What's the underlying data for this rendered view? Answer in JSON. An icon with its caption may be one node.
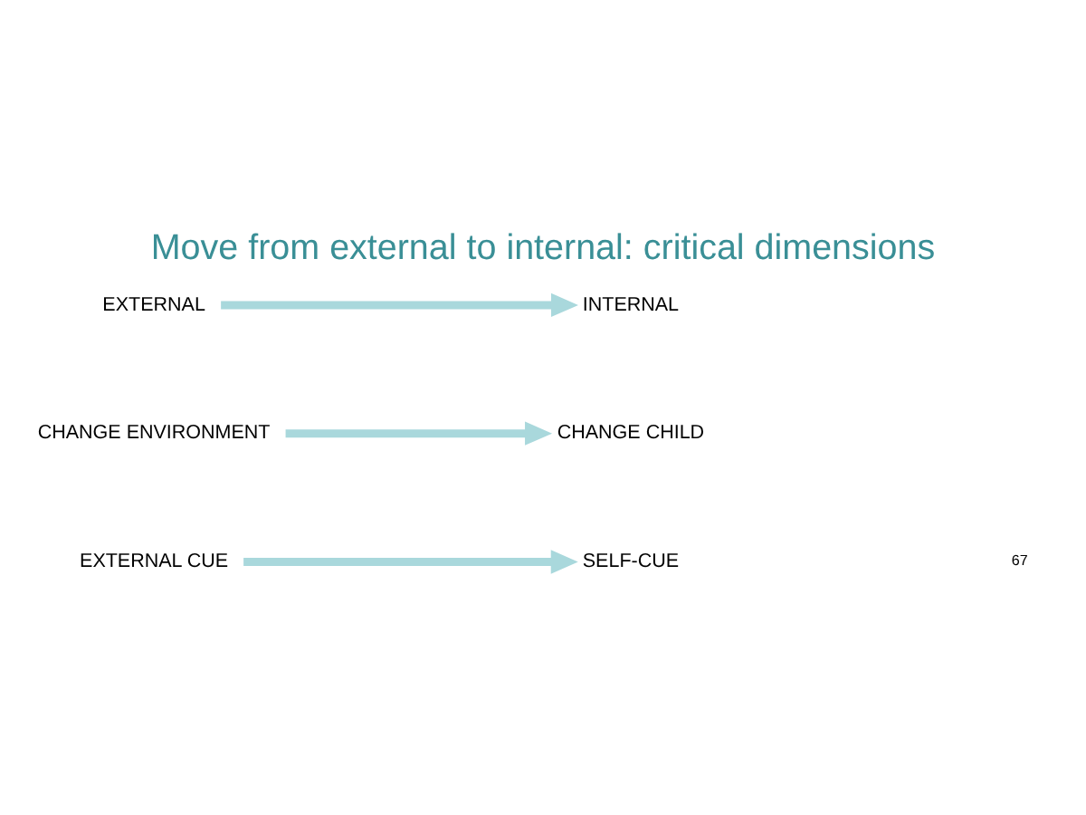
{
  "diagram": {
    "title": "Move from external to internal: critical dimensions",
    "nodes": [
      {
        "text": [
          "EXTERNAL"
        ]
      },
      {
        "text": [
          "INTERNAL"
        ]
      },
      {
        "text": [
          "CHANGE ENVIRONMENT"
        ]
      },
      {
        "text": [
          "CHANGE CHILD"
        ]
      },
      {
        "text": [
          "EXTERNAL CUE"
        ]
      },
      {
        "text": [
          "SELF-CUE"
        ]
      }
    ],
    "edges": [
      {
        "from": 0,
        "to": 1,
        "arrow": "to"
      },
      {
        "from": 2,
        "to": 3,
        "arrow": "to"
      },
      {
        "from": 4,
        "to": 5,
        "arrow": "to"
      }
    ],
    "labels": [
      "67"
    ]
  }
}
